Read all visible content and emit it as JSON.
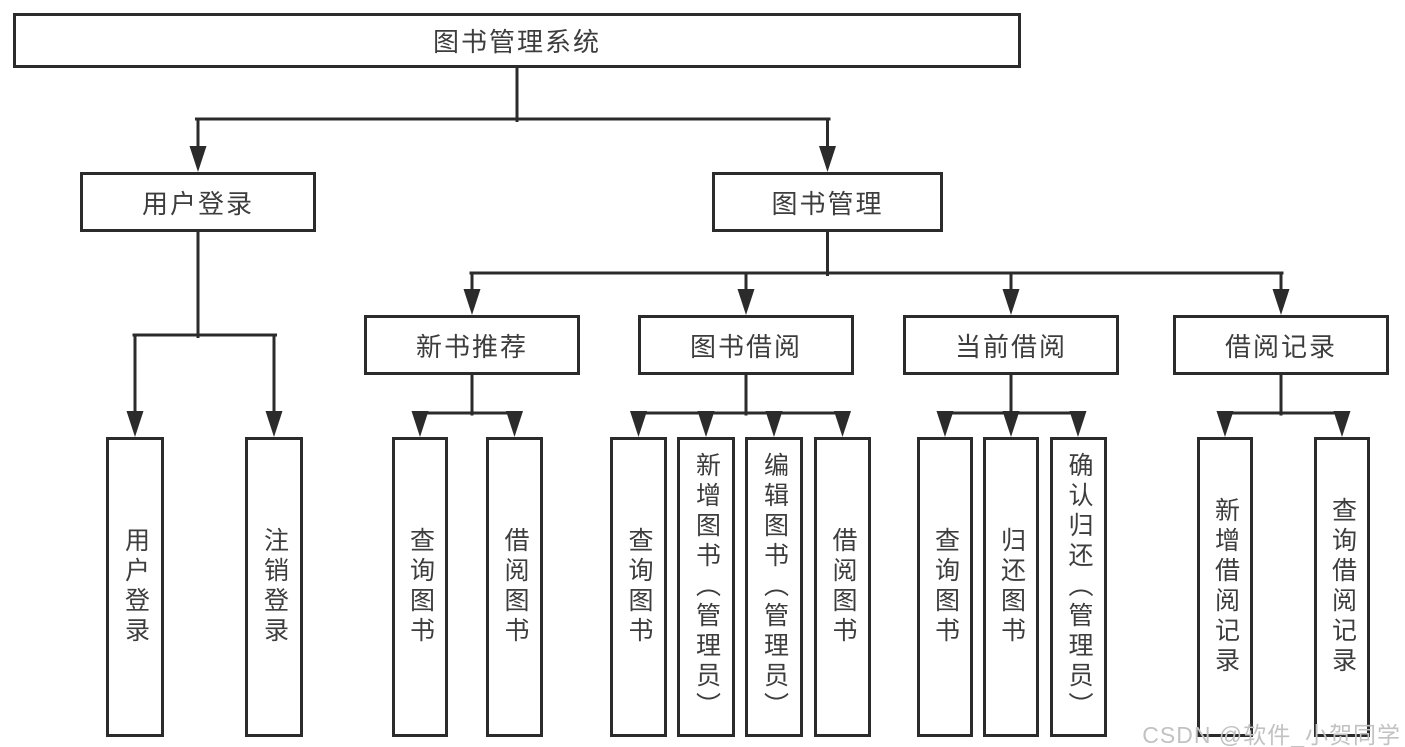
{
  "tree": {
    "root": {
      "label": "图书管理系统",
      "children": [
        {
          "label": "用户登录",
          "children": [
            {
              "label": "用户登录"
            },
            {
              "label": "注销登录"
            }
          ]
        },
        {
          "label": "图书管理",
          "children": [
            {
              "label": "新书推荐",
              "children": [
                {
                  "label": "查询图书"
                },
                {
                  "label": "借阅图书"
                }
              ]
            },
            {
              "label": "图书借阅",
              "children": [
                {
                  "label": "查询图书"
                },
                {
                  "label": "新增图书（管理员）"
                },
                {
                  "label": "编辑图书（管理员）"
                },
                {
                  "label": "借阅图书"
                }
              ]
            },
            {
              "label": "当前借阅",
              "children": [
                {
                  "label": "查询图书"
                },
                {
                  "label": "归还图书"
                },
                {
                  "label": "确认归还（管理员）"
                }
              ]
            },
            {
              "label": "借阅记录",
              "children": [
                {
                  "label": "新增借阅记录"
                },
                {
                  "label": "查询借阅记录"
                }
              ]
            }
          ]
        }
      ]
    }
  },
  "watermark": "CSDN @软件_小贺同学",
  "colors": {
    "line": "#2b2b2b",
    "box_text": "#3d3d3d",
    "background": "#ffffff",
    "watermark": "#c2c2c2"
  }
}
